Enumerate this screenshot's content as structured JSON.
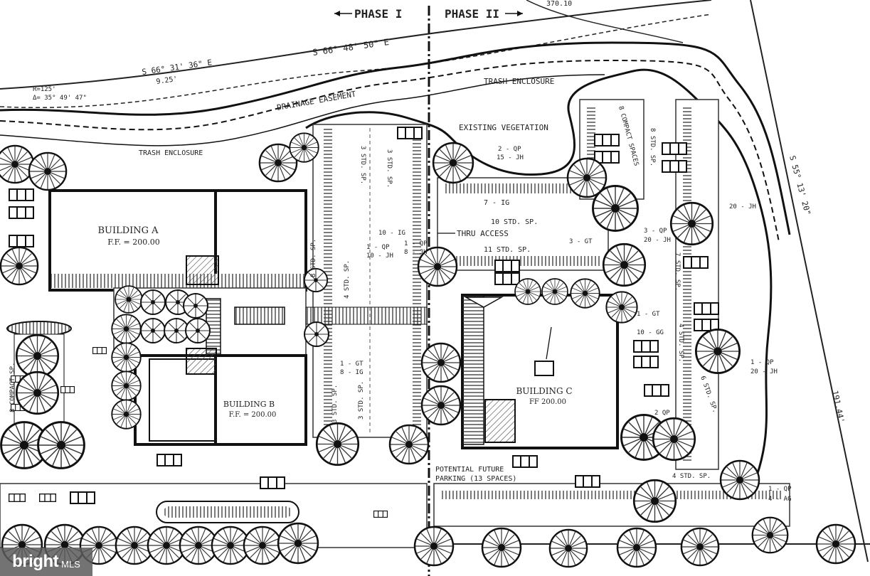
{
  "phases": {
    "phase1": "PHASE I",
    "phase2": "PHASE II"
  },
  "bearings": {
    "top_line": "S 66° 48' 50\" E",
    "left_line": "S 66° 31' 36\" E",
    "left_line_dist": "9.25'",
    "right_line": "S 55° 13' 20\"",
    "right_line_dist": "191.44'",
    "curve_r": "R=125'",
    "curve_delta": "Δ= 35° 49' 47\"",
    "top_right": "370.10"
  },
  "labels": {
    "drainage": "DRAINAGE EASEMENT",
    "trash1": "TRASH ENCLOSURE",
    "trash2": "TRASH ENCLOSURE",
    "vegetation": "EXISTING VEGETATION",
    "thru": "THRU ACCESS",
    "future_1": "POTENTIAL FUTURE",
    "future_2": "PARKING (13 SPACES)"
  },
  "buildings": {
    "a": {
      "name": "BUILDING A",
      "ff": "F.F. = 200.00"
    },
    "b": {
      "name": "BUILDING B",
      "ff": "F.F. = 200.00"
    },
    "c": {
      "name": "BUILDING C",
      "ff": "FF 200.00"
    }
  },
  "parking": {
    "p1": "3 STD. SP.",
    "p2": "3 STD. SP.",
    "p3": "8 STD. SP.",
    "p4": "4 STD. SP.",
    "p5": "3 STD. SP.",
    "p6": "3 STD. SP.",
    "p7": "7 - IG",
    "p8": "10 STD. SP.",
    "p9": "11 STD. SP.",
    "p10": "8 COMPACT SPACES",
    "p11": "8 STD. SP.",
    "p12": "7 STD. SP.",
    "p13": "4 STD. SP.",
    "p14": "8 COMPACT SP.",
    "p15": "4 STD. SP.",
    "p16": "6 STD. SP."
  },
  "plants": {
    "q1": "2 - QP",
    "q2": "15 - JH",
    "q3": "20 - JH",
    "q4": "3 - QP",
    "q5": "20 - JH",
    "q6": "1 - QP",
    "q7": "1 - QP",
    "q8": "4 - AG",
    "q9": "1 - GT",
    "q10": "8 - IG",
    "q11": "1 - QP",
    "q12": "10 - JH",
    "q13": "20 - JH",
    "q14": "2 QP",
    "q15": "10 - IG",
    "q16": "1 - QP",
    "q17": "8 - JH",
    "q18": "3 - GT",
    "q19": "1 - GT",
    "q20": "10 - GG"
  },
  "watermark": {
    "brand": "bright",
    "suffix": "MLS"
  }
}
